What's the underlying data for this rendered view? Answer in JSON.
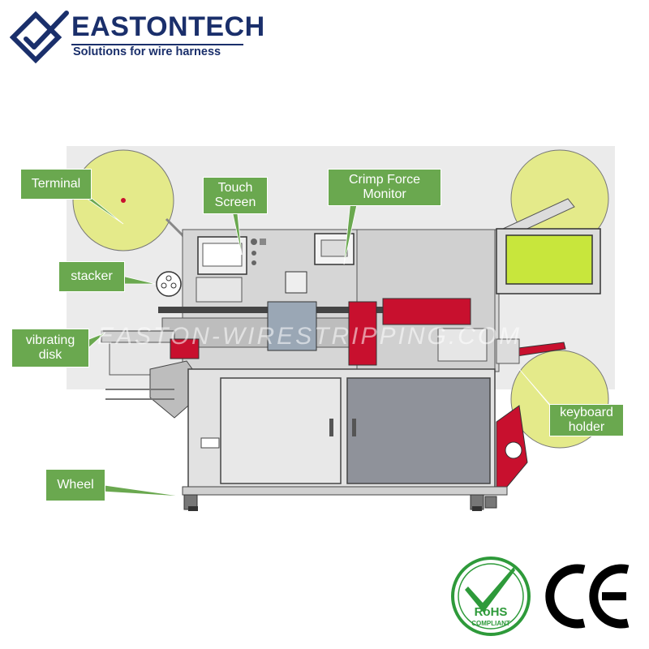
{
  "brand": {
    "name": "EASTONTECH",
    "tagline": "Solutions for wire harness",
    "color": "#1a2f6b"
  },
  "watermark": "EASTON-WIRESTRIPPING.COM",
  "labels": {
    "terminal": "Terminal",
    "touch_screen": "Touch\nScreen",
    "crimp_force_monitor": "Crimp Force\nMonitor",
    "stacker": "stacker",
    "vibrating_disk": "vibrating\ndisk",
    "keyboard_holder": "keyboard\nholder",
    "wheel": "Wheel"
  },
  "colors": {
    "callout": "#6aa84f",
    "reel": "#e4ea8a",
    "machine": "#d9d9d9",
    "accent_red": "#c8102e",
    "screen": "#c8e63c"
  },
  "certifications": {
    "rohs_title": "RoHS",
    "rohs_sub": "COMPLIANT",
    "ce": "CE"
  }
}
